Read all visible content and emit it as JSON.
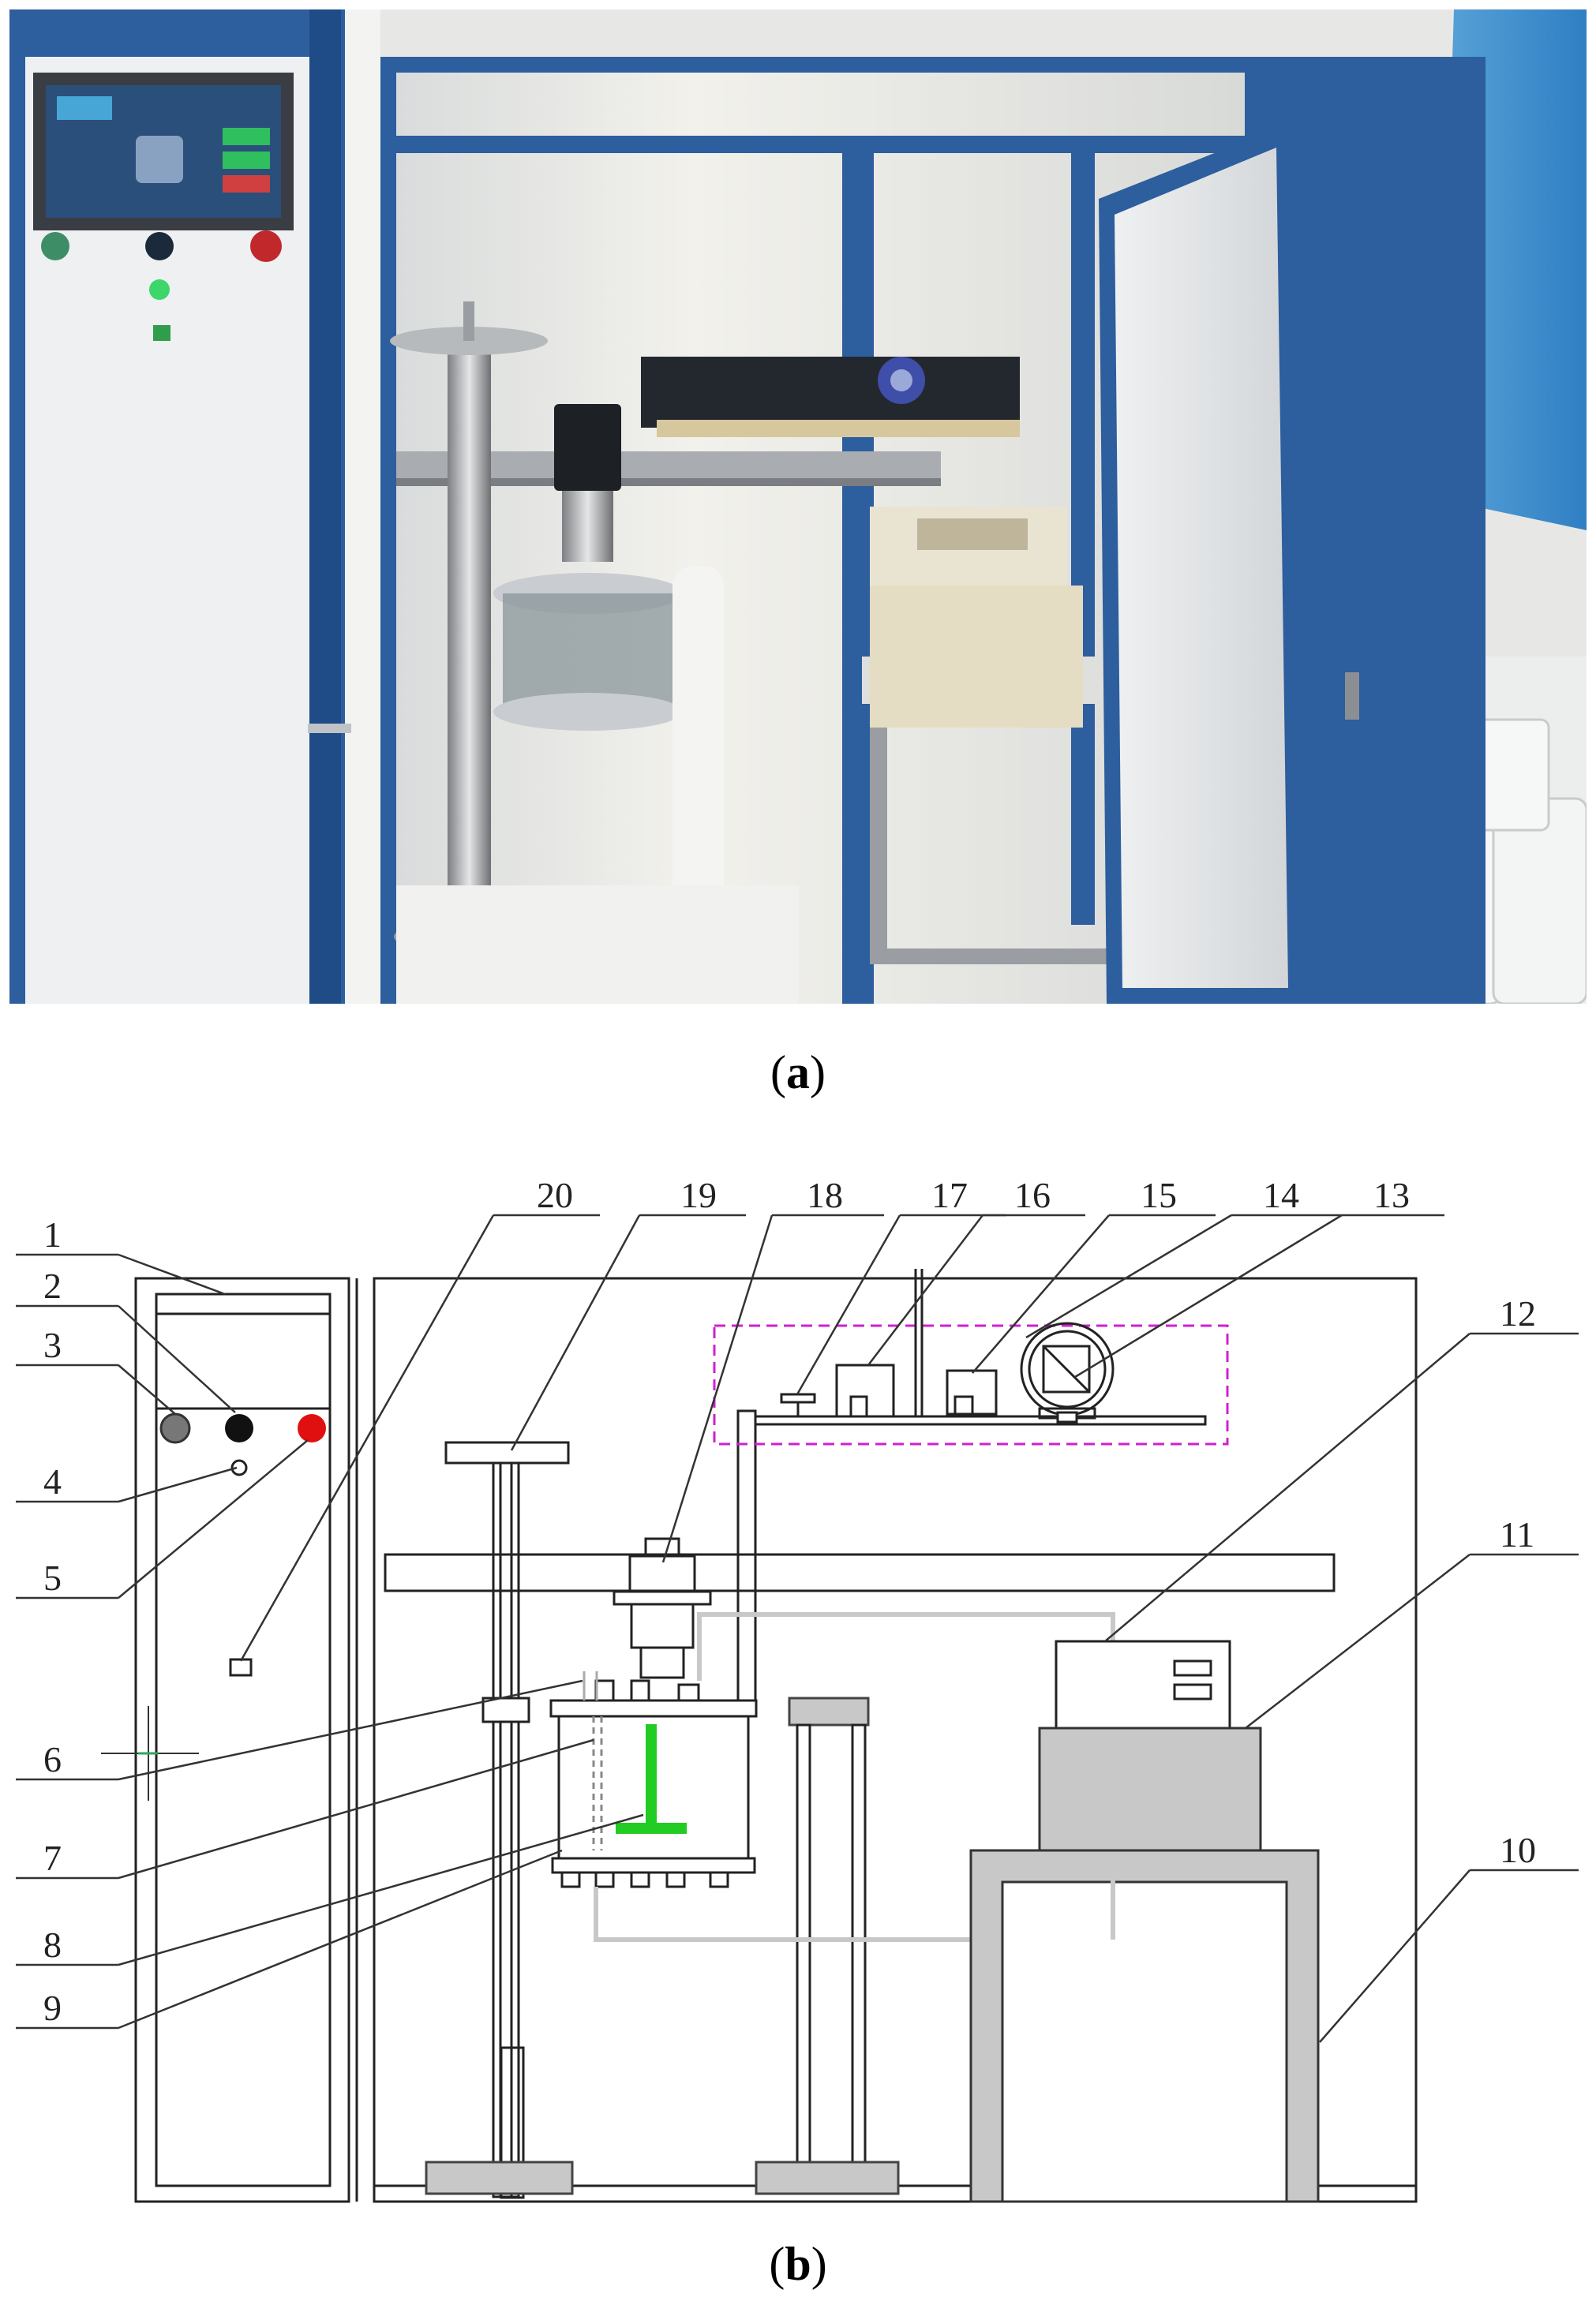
{
  "figure": {
    "photo_caption": "a",
    "diagram_caption": "b"
  },
  "diagram": {
    "callouts": [
      "1",
      "2",
      "3",
      "4",
      "5",
      "6",
      "7",
      "8",
      "9",
      "10",
      "11",
      "12",
      "13",
      "14",
      "15",
      "16",
      "17",
      "18",
      "19",
      "20"
    ]
  },
  "colors": {
    "cabinet_blue": "#2d5e9e",
    "stirrer_green": "#22cc22",
    "dashed_box_magenta": "#d020d0",
    "red_button": "#e01010",
    "grey_fill": "#c8c8c8"
  }
}
